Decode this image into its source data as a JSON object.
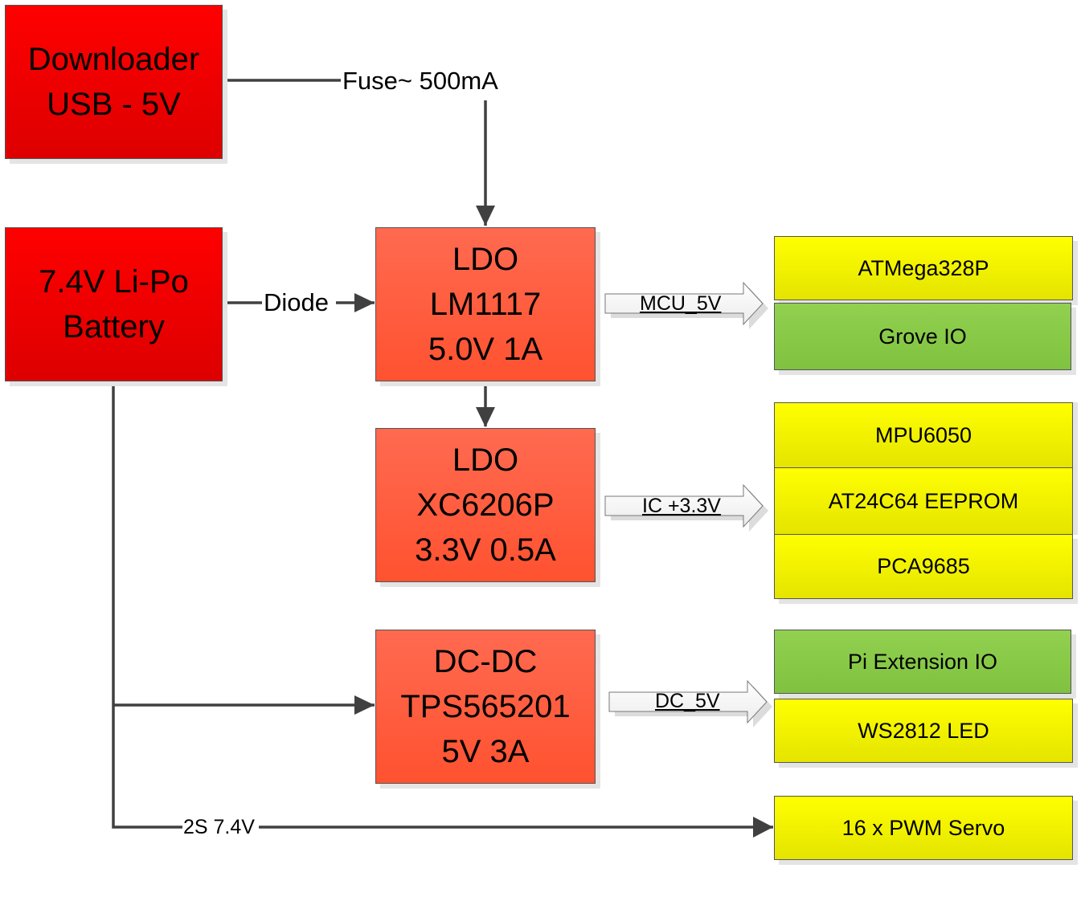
{
  "sources": {
    "usb": {
      "lines": [
        "Downloader",
        "USB - 5V"
      ]
    },
    "battery": {
      "lines": [
        "7.4V Li-Po",
        "Battery"
      ]
    }
  },
  "regulators": {
    "lm1117": {
      "lines": [
        "LDO",
        "LM1117",
        "5.0V 1A"
      ]
    },
    "xc6206": {
      "lines": [
        "LDO",
        "XC6206P",
        "3.3V 0.5A"
      ]
    },
    "tps565201": {
      "lines": [
        "DC-DC",
        "TPS565201",
        "5V 3A"
      ]
    }
  },
  "connections": {
    "fuse_label": "Fuse~ 500mA",
    "diode_label": "Diode",
    "servo_rail_label": "2S 7.4V"
  },
  "rails": {
    "mcu_5v": "MCU_5V",
    "ic_3v3": "IC +3.3V",
    "dc_5v": "DC_5V"
  },
  "loads": {
    "mcu_group": [
      "ATMega328P",
      "Grove IO"
    ],
    "ic_group": [
      "MPU6050",
      "AT24C64 EEPROM",
      "PCA9685"
    ],
    "dc_group": [
      "Pi Extension IO",
      "WS2812 LED"
    ],
    "servo": "16 x PWM Servo"
  },
  "colors": {
    "source_red": "#ff0000",
    "regulator_orange": "#ff5e40",
    "load_yellow": "#ffff00",
    "load_green": "#92d050",
    "wire": "#404040"
  }
}
